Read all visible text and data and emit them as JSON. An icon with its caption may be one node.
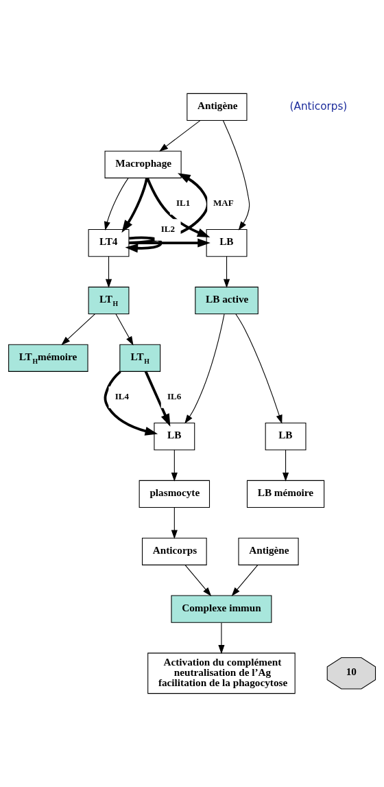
{
  "diagram": {
    "nodes": [
      {
        "text": [
          "Antigène"
        ]
      },
      {
        "text": [
          "Macrophage"
        ]
      },
      {
        "text": [
          "LT4"
        ]
      },
      {
        "text": [
          "LB"
        ]
      },
      {
        "text": [
          "LT$_{H}$"
        ]
      },
      {
        "text": [
          "LB active"
        ]
      },
      {
        "text": [
          "LT$_{H}$mémoire"
        ]
      },
      {
        "text": [
          "LT$_{H}$"
        ]
      },
      {
        "text": [
          "LB"
        ]
      },
      {
        "text": [
          "LB"
        ]
      },
      {
        "text": [
          "plasmocyte"
        ]
      },
      {
        "text": [
          "LB mémoire"
        ]
      },
      {
        "text": [
          "Antigène"
        ]
      },
      {
        "text": [
          "Anticorps"
        ]
      },
      {
        "text": [
          "Complexe immun"
        ]
      },
      {
        "text": [
          "Activation du complément",
          "neutralisation de l’Ag",
          "facilitation de la phagocytose"
        ]
      },
      {
        "text": [
          "10"
        ]
      }
    ],
    "edges": [
      {
        "from": 0,
        "to": 1,
        "arrow": "to"
      },
      {
        "from": 0,
        "to": 3,
        "arrow": "to"
      },
      {
        "from": 1,
        "to": 2,
        "arrow": "to"
      },
      {
        "from": 2,
        "to": 1,
        "arrow": "to",
        "label": "MAF",
        "style": "thick"
      },
      {
        "from": 1,
        "to": 2,
        "arrow": "to",
        "style": "thick"
      },
      {
        "from": 1,
        "to": 3,
        "arrow": "to",
        "label": "IL1",
        "style": "thick"
      },
      {
        "from": 2,
        "to": 2,
        "arrow": "to",
        "style": "thick"
      },
      {
        "from": 2,
        "to": 3,
        "arrow": "to",
        "label": "IL2",
        "style": "thick"
      },
      {
        "from": 2,
        "to": 4,
        "arrow": "to"
      },
      {
        "from": 3,
        "to": 5,
        "arrow": "to"
      },
      {
        "from": 4,
        "to": 6,
        "arrow": "to"
      },
      {
        "from": 4,
        "to": 7,
        "arrow": "to"
      },
      {
        "from": 5,
        "to": 8,
        "arrow": "to"
      },
      {
        "from": 5,
        "to": 9,
        "arrow": "to"
      },
      {
        "from": 7,
        "to": 8,
        "arrow": "to",
        "label": "IL4",
        "style": "thick"
      },
      {
        "from": 7,
        "to": 8,
        "arrow": "to",
        "label": "IL6",
        "style": "thick"
      },
      {
        "from": 8,
        "to": 10,
        "arrow": "to"
      },
      {
        "from": 9,
        "to": 11,
        "arrow": "to"
      },
      {
        "from": 10,
        "to": 13,
        "arrow": "to"
      },
      {
        "from": 12,
        "to": 14,
        "arrow": "to"
      },
      {
        "from": 13,
        "to": 14,
        "arrow": "to"
      },
      {
        "from": 14,
        "to": 15,
        "arrow": "to"
      }
    ],
    "labels": [
      "(Anticorps)"
    ]
  }
}
